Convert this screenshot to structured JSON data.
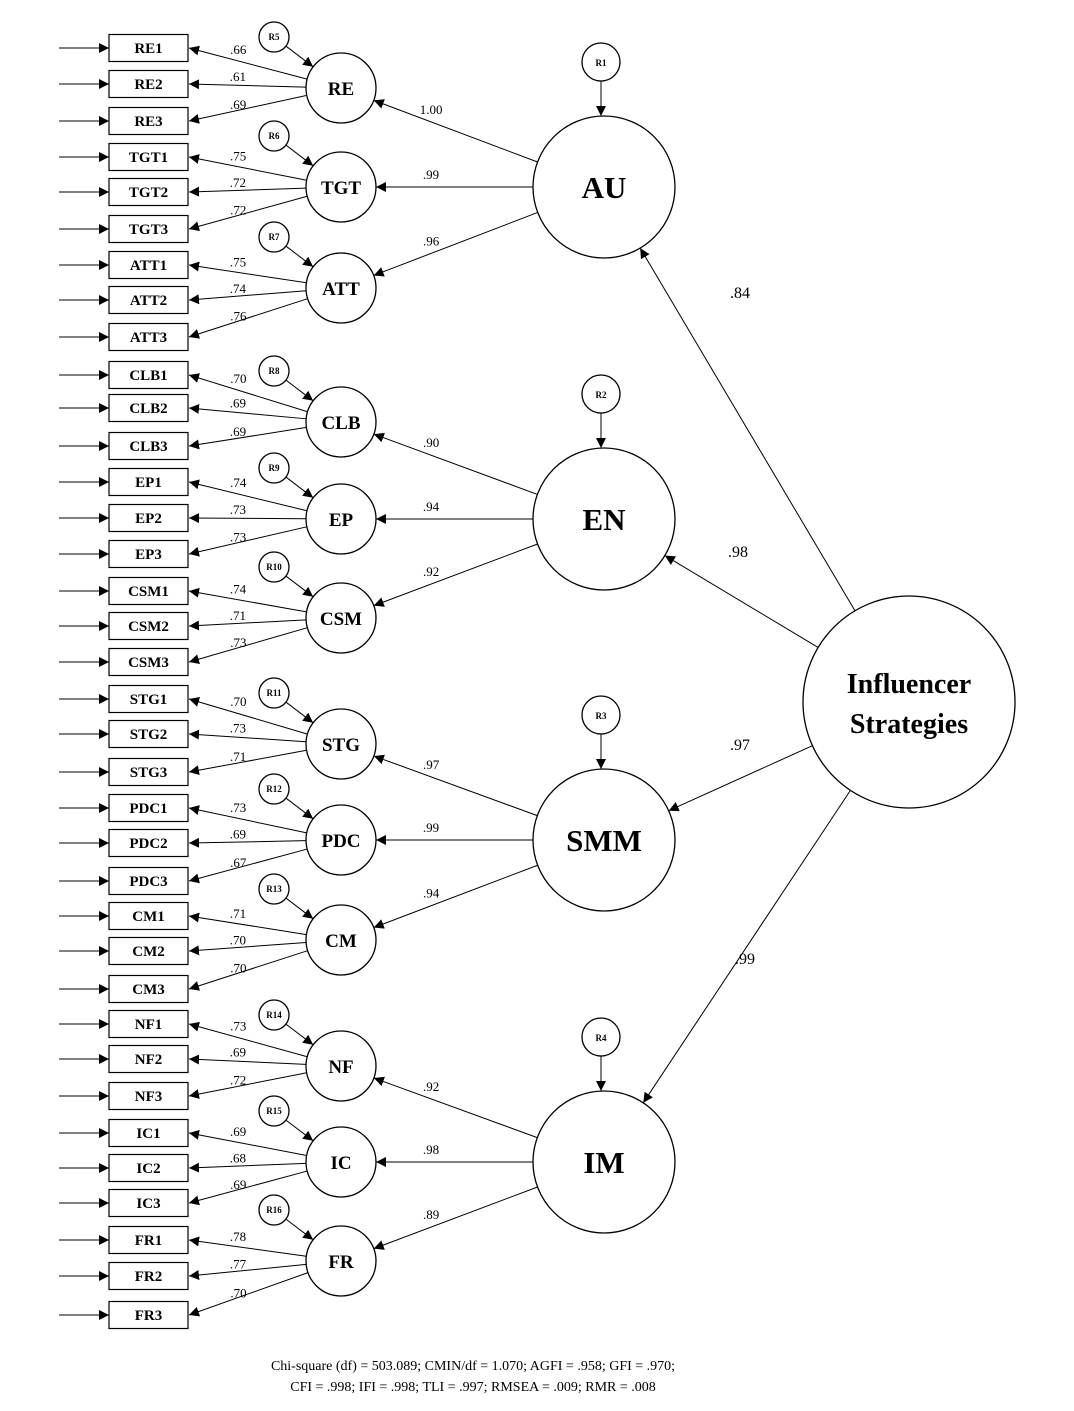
{
  "top_factor": {
    "line1": "Influencer",
    "line2": "Strategies"
  },
  "second_order": [
    {
      "name": "AU",
      "residual": "R1",
      "loading": ".84"
    },
    {
      "name": "EN",
      "residual": "R2",
      "loading": ".98"
    },
    {
      "name": "SMM",
      "residual": "R3",
      "loading": ".97"
    },
    {
      "name": "IM",
      "residual": "R4",
      "loading": ".99"
    }
  ],
  "first_order": [
    {
      "name": "RE",
      "parent": "AU",
      "residual": "R5",
      "loading": "1.00",
      "items": [
        "RE1",
        "RE2",
        "RE3"
      ],
      "item_loadings": [
        ".66",
        ".61",
        ".69"
      ]
    },
    {
      "name": "TGT",
      "parent": "AU",
      "residual": "R6",
      "loading": ".99",
      "items": [
        "TGT1",
        "TGT2",
        "TGT3"
      ],
      "item_loadings": [
        ".75",
        ".72",
        ".72"
      ]
    },
    {
      "name": "ATT",
      "parent": "AU",
      "residual": "R7",
      "loading": ".96",
      "items": [
        "ATT1",
        "ATT2",
        "ATT3"
      ],
      "item_loadings": [
        ".75",
        ".74",
        ".76"
      ]
    },
    {
      "name": "CLB",
      "parent": "EN",
      "residual": "R8",
      "loading": ".90",
      "items": [
        "CLB1",
        "CLB2",
        "CLB3"
      ],
      "item_loadings": [
        ".70",
        ".69",
        ".69"
      ]
    },
    {
      "name": "EP",
      "parent": "EN",
      "residual": "R9",
      "loading": ".94",
      "items": [
        "EP1",
        "EP2",
        "EP3"
      ],
      "item_loadings": [
        ".74",
        ".73",
        ".73"
      ]
    },
    {
      "name": "CSM",
      "parent": "EN",
      "residual": "R10",
      "loading": ".92",
      "items": [
        "CSM1",
        "CSM2",
        "CSM3"
      ],
      "item_loadings": [
        ".74",
        ".71",
        ".73"
      ]
    },
    {
      "name": "STG",
      "parent": "SMM",
      "residual": "R11",
      "loading": ".97",
      "items": [
        "STG1",
        "STG2",
        "STG3"
      ],
      "item_loadings": [
        ".70",
        ".73",
        ".71"
      ]
    },
    {
      "name": "PDC",
      "parent": "SMM",
      "residual": "R12",
      "loading": ".99",
      "items": [
        "PDC1",
        "PDC2",
        "PDC3"
      ],
      "item_loadings": [
        ".73",
        ".69",
        ".67"
      ]
    },
    {
      "name": "CM",
      "parent": "SMM",
      "residual": "R13",
      "loading": ".94",
      "items": [
        "CM1",
        "CM2",
        "CM3"
      ],
      "item_loadings": [
        ".71",
        ".70",
        ".70"
      ]
    },
    {
      "name": "NF",
      "parent": "IM",
      "residual": "R14",
      "loading": ".92",
      "items": [
        "NF1",
        "NF2",
        "NF3"
      ],
      "item_loadings": [
        ".73",
        ".69",
        ".72"
      ]
    },
    {
      "name": "IC",
      "parent": "IM",
      "residual": "R15",
      "loading": ".98",
      "items": [
        "IC1",
        "IC2",
        "IC3"
      ],
      "item_loadings": [
        ".69",
        ".68",
        ".69"
      ]
    },
    {
      "name": "FR",
      "parent": "IM",
      "residual": "R16",
      "loading": ".89",
      "items": [
        "FR1",
        "FR2",
        "FR3"
      ],
      "item_loadings": [
        ".78",
        ".77",
        ".70"
      ]
    }
  ],
  "fit_indices": {
    "line1": "Chi-square (df) = 503.089; CMIN/df = 1.070; AGFI = .958; GFI = .970;",
    "line2": "CFI = .998; IFI = .998; TLI = .997; RMSEA = .009; RMR = .008"
  }
}
